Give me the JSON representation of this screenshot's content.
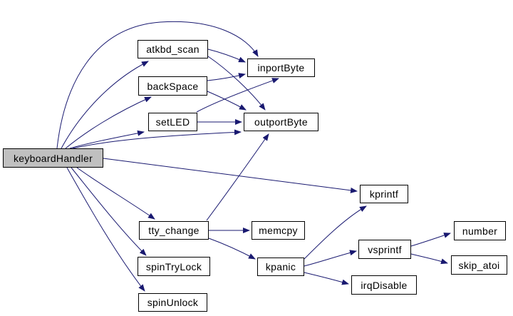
{
  "diagram_type": "call-graph",
  "colors": {
    "edge": "#191970",
    "node_border": "#000000",
    "node_fill": "#ffffff",
    "highlight_fill": "#c0c0c0",
    "background": "#ffffff",
    "text": "#000000"
  },
  "graph": {
    "nodes": [
      {
        "id": "keyboardHandler",
        "label": "keyboardHandler",
        "highlighted": true
      },
      {
        "id": "atkbd_scan",
        "label": "atkbd_scan",
        "highlighted": false
      },
      {
        "id": "backSpace",
        "label": "backSpace",
        "highlighted": false
      },
      {
        "id": "setLED",
        "label": "setLED",
        "highlighted": false
      },
      {
        "id": "inportByte",
        "label": "inportByte",
        "highlighted": false
      },
      {
        "id": "outportByte",
        "label": "outportByte",
        "highlighted": false
      },
      {
        "id": "kprintf",
        "label": "kprintf",
        "highlighted": false
      },
      {
        "id": "tty_change",
        "label": "tty_change",
        "highlighted": false
      },
      {
        "id": "memcpy",
        "label": "memcpy",
        "highlighted": false
      },
      {
        "id": "spinTryLock",
        "label": "spinTryLock",
        "highlighted": false
      },
      {
        "id": "spinUnlock",
        "label": "spinUnlock",
        "highlighted": false
      },
      {
        "id": "kpanic",
        "label": "kpanic",
        "highlighted": false
      },
      {
        "id": "vsprintf",
        "label": "vsprintf",
        "highlighted": false
      },
      {
        "id": "number",
        "label": "number",
        "highlighted": false
      },
      {
        "id": "skip_atoi",
        "label": "skip_atoi",
        "highlighted": false
      },
      {
        "id": "irqDisable",
        "label": "irqDisable",
        "highlighted": false
      }
    ],
    "edges": [
      {
        "from": "keyboardHandler",
        "to": "inportByte"
      },
      {
        "from": "keyboardHandler",
        "to": "atkbd_scan"
      },
      {
        "from": "keyboardHandler",
        "to": "backSpace"
      },
      {
        "from": "keyboardHandler",
        "to": "setLED"
      },
      {
        "from": "keyboardHandler",
        "to": "outportByte"
      },
      {
        "from": "keyboardHandler",
        "to": "kprintf"
      },
      {
        "from": "keyboardHandler",
        "to": "tty_change"
      },
      {
        "from": "keyboardHandler",
        "to": "spinTryLock"
      },
      {
        "from": "keyboardHandler",
        "to": "spinUnlock"
      },
      {
        "from": "atkbd_scan",
        "to": "inportByte"
      },
      {
        "from": "atkbd_scan",
        "to": "outportByte"
      },
      {
        "from": "backSpace",
        "to": "inportByte"
      },
      {
        "from": "backSpace",
        "to": "outportByte"
      },
      {
        "from": "setLED",
        "to": "inportByte"
      },
      {
        "from": "setLED",
        "to": "outportByte"
      },
      {
        "from": "tty_change",
        "to": "memcpy"
      },
      {
        "from": "tty_change",
        "to": "kpanic"
      },
      {
        "from": "tty_change",
        "to": "outportByte"
      },
      {
        "from": "kpanic",
        "to": "kprintf"
      },
      {
        "from": "kpanic",
        "to": "vsprintf"
      },
      {
        "from": "kpanic",
        "to": "irqDisable"
      },
      {
        "from": "vsprintf",
        "to": "number"
      },
      {
        "from": "vsprintf",
        "to": "skip_atoi"
      }
    ]
  }
}
